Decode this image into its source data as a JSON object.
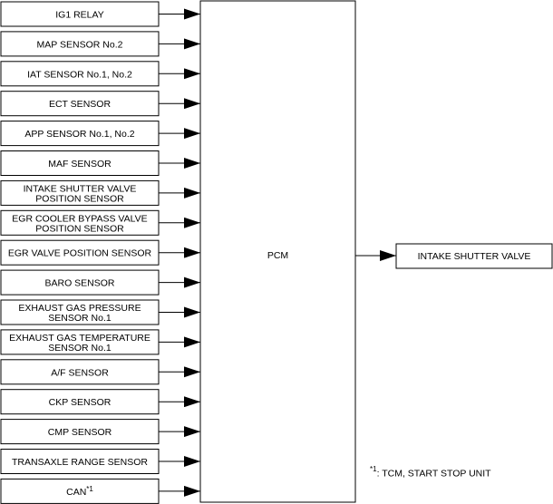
{
  "diagram": {
    "inputs": [
      [
        "IG1 RELAY"
      ],
      [
        "MAP SENSOR No.2"
      ],
      [
        "IAT SENSOR No.1, No.2"
      ],
      [
        "ECT SENSOR"
      ],
      [
        "APP SENSOR No.1, No.2"
      ],
      [
        "MAF SENSOR"
      ],
      [
        "INTAKE SHUTTER VALVE",
        "POSITION SENSOR"
      ],
      [
        "EGR COOLER BYPASS VALVE",
        "POSITION SENSOR"
      ],
      [
        "EGR VALVE POSITION SENSOR"
      ],
      [
        "BARO SENSOR"
      ],
      [
        "EXHAUST GAS PRESSURE",
        "SENSOR No.1"
      ],
      [
        "EXHAUST GAS TEMPERATURE",
        "SENSOR No.1"
      ],
      [
        "A/F SENSOR"
      ],
      [
        "CKP SENSOR"
      ],
      [
        "CMP SENSOR"
      ],
      [
        "TRANSAXLE RANGE SENSOR"
      ],
      [
        "CAN",
        "*1"
      ]
    ],
    "controller": "PCM",
    "output": "INTAKE SHUTTER VALVE",
    "footnote": {
      "marker": "*1",
      "text": ": TCM, START STOP UNIT"
    }
  }
}
